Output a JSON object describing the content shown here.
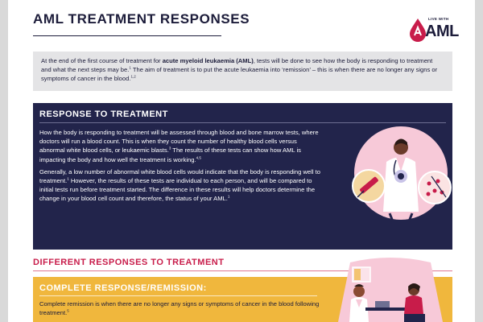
{
  "header": {
    "title": "AML TREATMENT RESPONSES",
    "logo_small": "LIVE WITH",
    "logo_text": "AML",
    "brand_color": "#c81c4a"
  },
  "intro": {
    "text_1": "At the end of the first course of treatment for ",
    "text_bold": "acute myeloid leukaemia (AML)",
    "text_2": ", tests will be done to see how the body is responding to treatment and what the next steps may be.",
    "sup_1": "1",
    "text_3": " The aim of treatment is to put the acute leukaemia into ‘remission’ – this is when there are no longer any signs or symptoms of cancer in the blood.",
    "sup_2": "1,2"
  },
  "response": {
    "heading": "RESPONSE TO TREATMENT",
    "p1_a": "How the body is responding to treatment will be assessed through blood and bone marrow tests, where doctors will run a blood count. This is when they count the number of healthy blood cells versus abnormal white blood cells, or leukaemic blasts.",
    "p1_sup1": "3",
    "p1_b": " The results of these tests can show how AML is impacting the body and how well the treatment is working.",
    "p1_sup2": "4,5",
    "p2_a": "Generally, a low number of abnormal white blood cells would indicate that the body is responding well to treatment.",
    "p2_sup1": "1",
    "p2_b": " However, the results of these tests are individual to each person, and will be compared to initial tests run before treatment started. The difference in these results will help doctors determine the change in your blood cell count and therefore, the status of your AML.",
    "p2_sup2": "1",
    "navy_color": "#22244b"
  },
  "different": {
    "heading": "DIFFERENT RESPONSES TO TREATMENT"
  },
  "complete": {
    "heading": "COMPLETE RESPONSE/REMISSION:",
    "text": "Complete remission is when there are no longer any signs or symptoms of cancer in the blood following treatment.",
    "sup": "5",
    "gold_color": "#f0b73d"
  },
  "icons": {
    "logo": "blood-drop-icon",
    "illustration": "doctor-microscope-illustration",
    "scene": "doctor-patient-consultation-illustration"
  }
}
